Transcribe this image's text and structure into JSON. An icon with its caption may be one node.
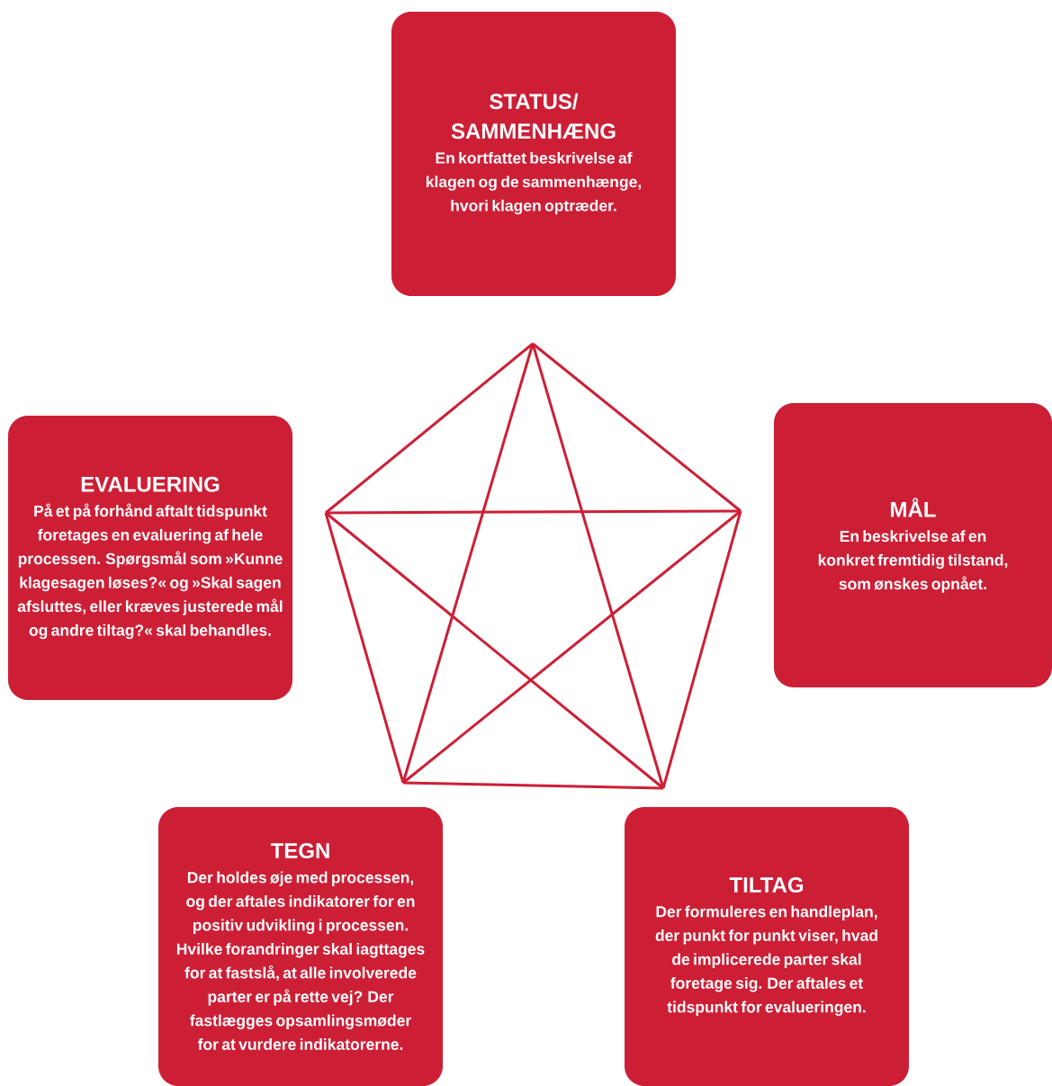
{
  "diagram": {
    "nodes": [
      {
        "text": [
          "STATUS/ SAMMENHÆNG",
          "En kortfattet beskrivelse af klagen og de sammenhænge, hvori klagen optræder."
        ]
      },
      {
        "text": [
          "EVALUERING",
          "På et på forhånd aftalt tidspunkt foretages en evaluering af hele processen. Spørgsmål som »Kunne klagesagen løses?« og »Skal sagen afsluttes, eller kræves justerede mål og andre tiltag?« skal behandles."
        ]
      },
      {
        "text": [
          "MÅL",
          "En beskrivelse af en konkret fremtidig tilstand, som ønskes opnået."
        ]
      },
      {
        "text": [
          "TEGN",
          "Der holdes øje med processen, og der aftales indikatorer for en positiv udvikling i processen. Hvilke forandringer skal iagttages for at fastslå, at alle involverede parter er på rette vej? Der fastlægges opsamlingsmøder for at vurdere indikatorerne."
        ]
      },
      {
        "text": [
          "TILTAG",
          "Der formuleres en handleplan, der punkt for punkt viser, hvad de implicerede parter skal foretage sig. Der aftales et tidspunkt for evalueringen."
        ]
      }
    ]
  }
}
